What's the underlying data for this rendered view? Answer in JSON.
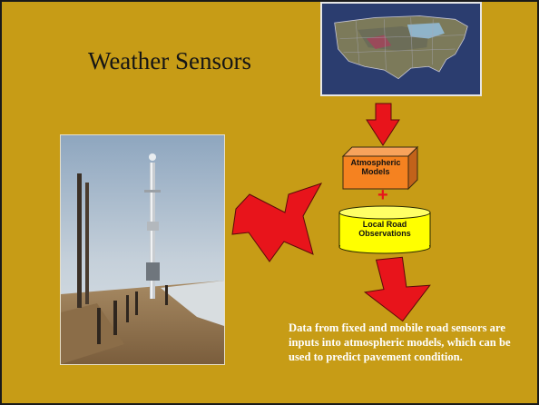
{
  "slide": {
    "title": "Weather Sensors",
    "atmospheric_models_label": "Atmospheric\nModels",
    "plus_sign": "+",
    "local_road_observations_label": "Local Road\nObservations",
    "caption": "Data from fixed and mobile road sensors are inputs into atmospheric models, which can be used to predict pavement condition.",
    "colors": {
      "background": "#c79c16",
      "arrow": "#e8141b",
      "box": "#f58220",
      "cylinder": "#ffff00",
      "plus": "#e8141b",
      "caption": "#ffffff"
    }
  }
}
